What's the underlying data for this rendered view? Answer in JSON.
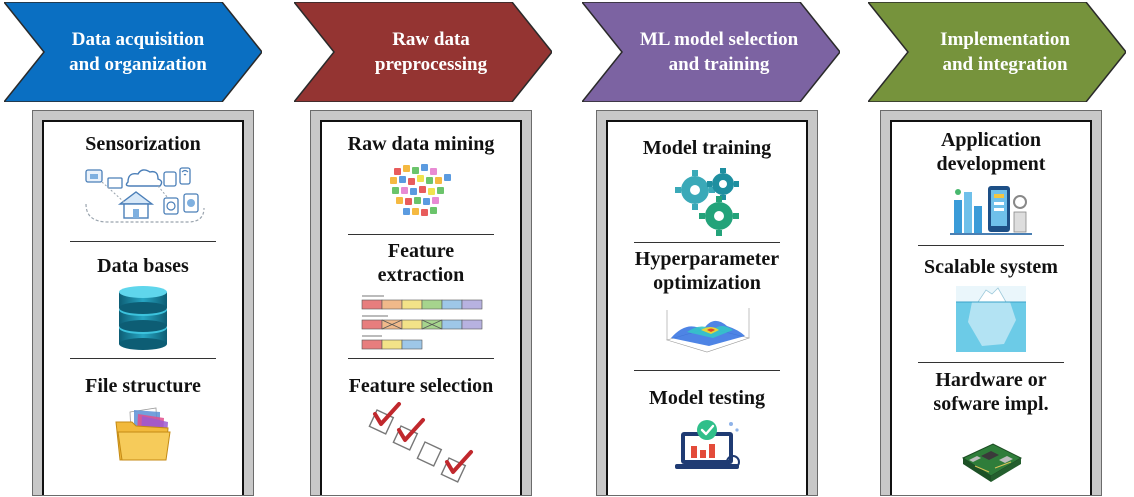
{
  "stages": [
    {
      "title_lines": [
        "Data acquisition",
        "and organization"
      ],
      "color": "#0a6fc2",
      "items": [
        {
          "label_lines": [
            "Sensorization"
          ],
          "icon": "iot-network-icon"
        },
        {
          "label_lines": [
            "Data bases"
          ],
          "icon": "database-icon"
        },
        {
          "label_lines": [
            "File structure"
          ],
          "icon": "folder-icon"
        }
      ]
    },
    {
      "title_lines": [
        "Raw data",
        "preprocessing"
      ],
      "color": "#943432",
      "items": [
        {
          "label_lines": [
            "Raw data mining"
          ],
          "icon": "data-cloud-icon"
        },
        {
          "label_lines": [
            "Feature",
            "extraction"
          ],
          "icon": "feature-bars-icon"
        },
        {
          "label_lines": [
            "Feature selection"
          ],
          "icon": "checklist-icon"
        }
      ]
    },
    {
      "title_lines": [
        "ML model selection",
        "and training"
      ],
      "color": "#7c63a2",
      "items": [
        {
          "label_lines": [
            "Model training"
          ],
          "icon": "gears-icon"
        },
        {
          "label_lines": [
            "Hyperparameter",
            "optimization"
          ],
          "icon": "surface-plot-icon"
        },
        {
          "label_lines": [
            "Model testing"
          ],
          "icon": "laptop-test-icon"
        }
      ]
    },
    {
      "title_lines": [
        "Implementation",
        "and integration"
      ],
      "color": "#76933c",
      "items": [
        {
          "label_lines": [
            "Application",
            "development"
          ],
          "icon": "app-dev-icon"
        },
        {
          "label_lines": [
            "Scalable system"
          ],
          "icon": "iceberg-icon"
        },
        {
          "label_lines": [
            "Hardware or",
            "sofware impl."
          ],
          "icon": "circuit-board-icon"
        }
      ]
    }
  ]
}
